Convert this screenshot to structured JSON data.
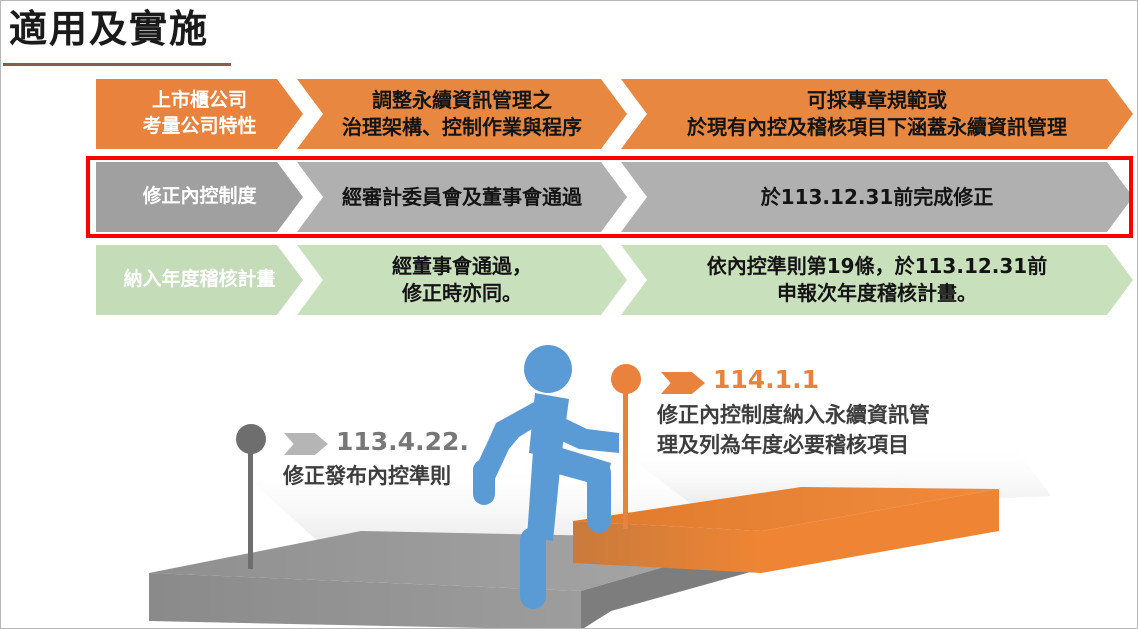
{
  "slide": {
    "title": "適用及實施",
    "accent_rule_color": "#8a5b4e",
    "highlight_border_color": "#ff0000"
  },
  "flow": {
    "rows": [
      {
        "id": "row-adoption",
        "theme_color": "#e8823c",
        "cells": [
          {
            "label": "上市櫃公司\n考量公司特性",
            "line1": "上市櫃公司",
            "line2": "考量公司特性"
          },
          {
            "label": "調整永續資訊管理之\n治理架構、控制作業與程序",
            "line1": "調整永續資訊管理之",
            "line2": "治理架構、控制作業與程序"
          },
          {
            "label": "可採專章規範或\n於現有內控及稽核項目下涵蓋永續資訊管理",
            "line1": "可採專章規範或",
            "line2": "於現有內控及稽核項目下涵蓋永續資訊管理"
          }
        ]
      },
      {
        "id": "row-internal-control",
        "theme_color": "#a0a0a0",
        "highlighted": true,
        "cells": [
          {
            "label": "修正內控制度",
            "line1": "修正內控制度",
            "line2": ""
          },
          {
            "label": "經審計委員會及董事會通過",
            "line1": "經審計委員會及董事會通過",
            "line2": ""
          },
          {
            "label": "於113.12.31前完成修正",
            "line1": "於113.12.31前完成修正",
            "line2": ""
          }
        ]
      },
      {
        "id": "row-audit-plan",
        "theme_color": "#c9e0bd",
        "cells": [
          {
            "label": "納入年度稽核計畫",
            "line1": "納入年度稽核計畫",
            "line2": ""
          },
          {
            "label": "經董事會通過，\n修正時亦同。",
            "line1": "經董事會通過，",
            "line2": "修正時亦同。"
          },
          {
            "label": "依內控準則第19條，於113.12.31前\n申報次年度稽核計畫。",
            "line1": "依內控準則第19條，於113.12.31前",
            "line2": "申報次年度稽核計畫。"
          }
        ]
      }
    ]
  },
  "timeline": {
    "milestones": [
      {
        "id": "milestone-113-4-22",
        "color": "#777777",
        "date": "113.4.22.",
        "desc_line1": "修正發布內控準則",
        "desc_line2": ""
      },
      {
        "id": "milestone-114-1-1",
        "color": "#e8823c",
        "date": "114.1.1",
        "desc_line1": "修正內控制度納入永續資訊管",
        "desc_line2": "理及列為年度必要稽核項目"
      }
    ],
    "platforms": [
      {
        "id": "platform-gray",
        "color": "#9e9e9e"
      },
      {
        "id": "platform-orange",
        "color": "#ef8534"
      }
    ],
    "figure": {
      "id": "climbing-person",
      "color": "#5b9bd5"
    }
  }
}
